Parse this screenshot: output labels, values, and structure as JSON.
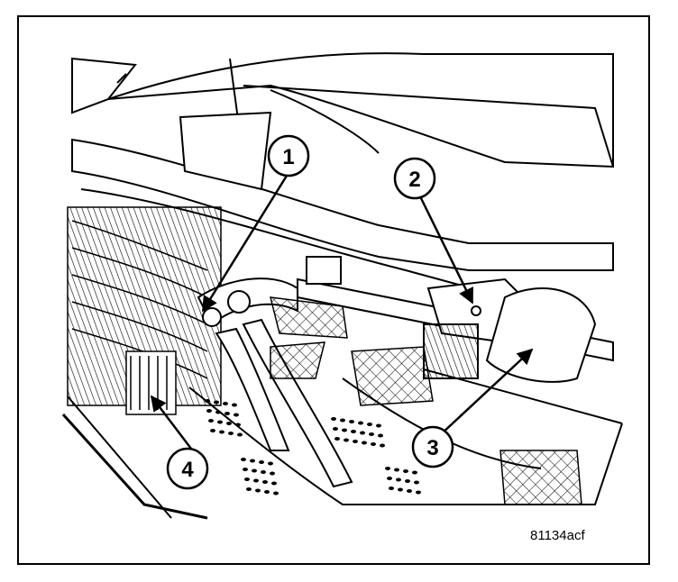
{
  "figure_id": "81134acf",
  "callouts": [
    {
      "label": "1"
    },
    {
      "label": "2"
    },
    {
      "label": "3"
    },
    {
      "label": "4"
    }
  ]
}
